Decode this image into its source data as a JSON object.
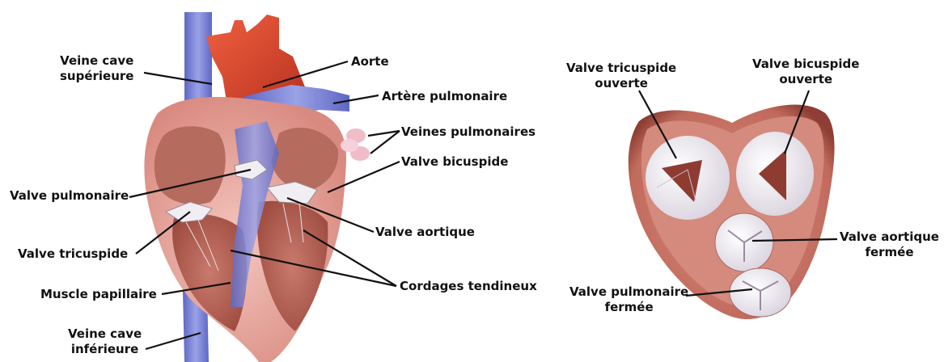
{
  "heart_diagram": {
    "labels": {
      "veine_cave_superieure": [
        "Veine cave",
        "supérieure"
      ],
      "aorte": "Aorte",
      "artere_pulmonaire": "Artère pulmonaire",
      "veines_pulmonaires": "Veines pulmonaires",
      "valve_bicuspide": "Valve bicuspide",
      "valve_pulmonaire": "Valve pulmonaire",
      "valve_aortique": "Valve aortique",
      "valve_tricuspide": "Valve tricuspide",
      "muscle_papillaire": "Muscle papillaire",
      "cordages_tendineux": "Cordages tendineux",
      "veine_cave_inferieure": [
        "Veine cave",
        "inférieure"
      ]
    }
  },
  "valves_diagram": {
    "labels": {
      "valve_tricuspide_ouverte": [
        "Valve tricuspide",
        "ouverte"
      ],
      "valve_bicuspide_ouverte": [
        "Valve bicuspide",
        "ouverte"
      ],
      "valve_aortique_fermee": [
        "Valve aortique",
        "fermée"
      ],
      "valve_pulmonaire_fermee": [
        "Valve pulmonaire",
        "fermée"
      ]
    }
  },
  "colors": {
    "vein_blue": "#7d86d6",
    "aorta_red": "#d8402a",
    "heart_pink": "#e9a9a0",
    "muscle_dark": "#b5665a",
    "valve_white": "#f4f1f4"
  }
}
